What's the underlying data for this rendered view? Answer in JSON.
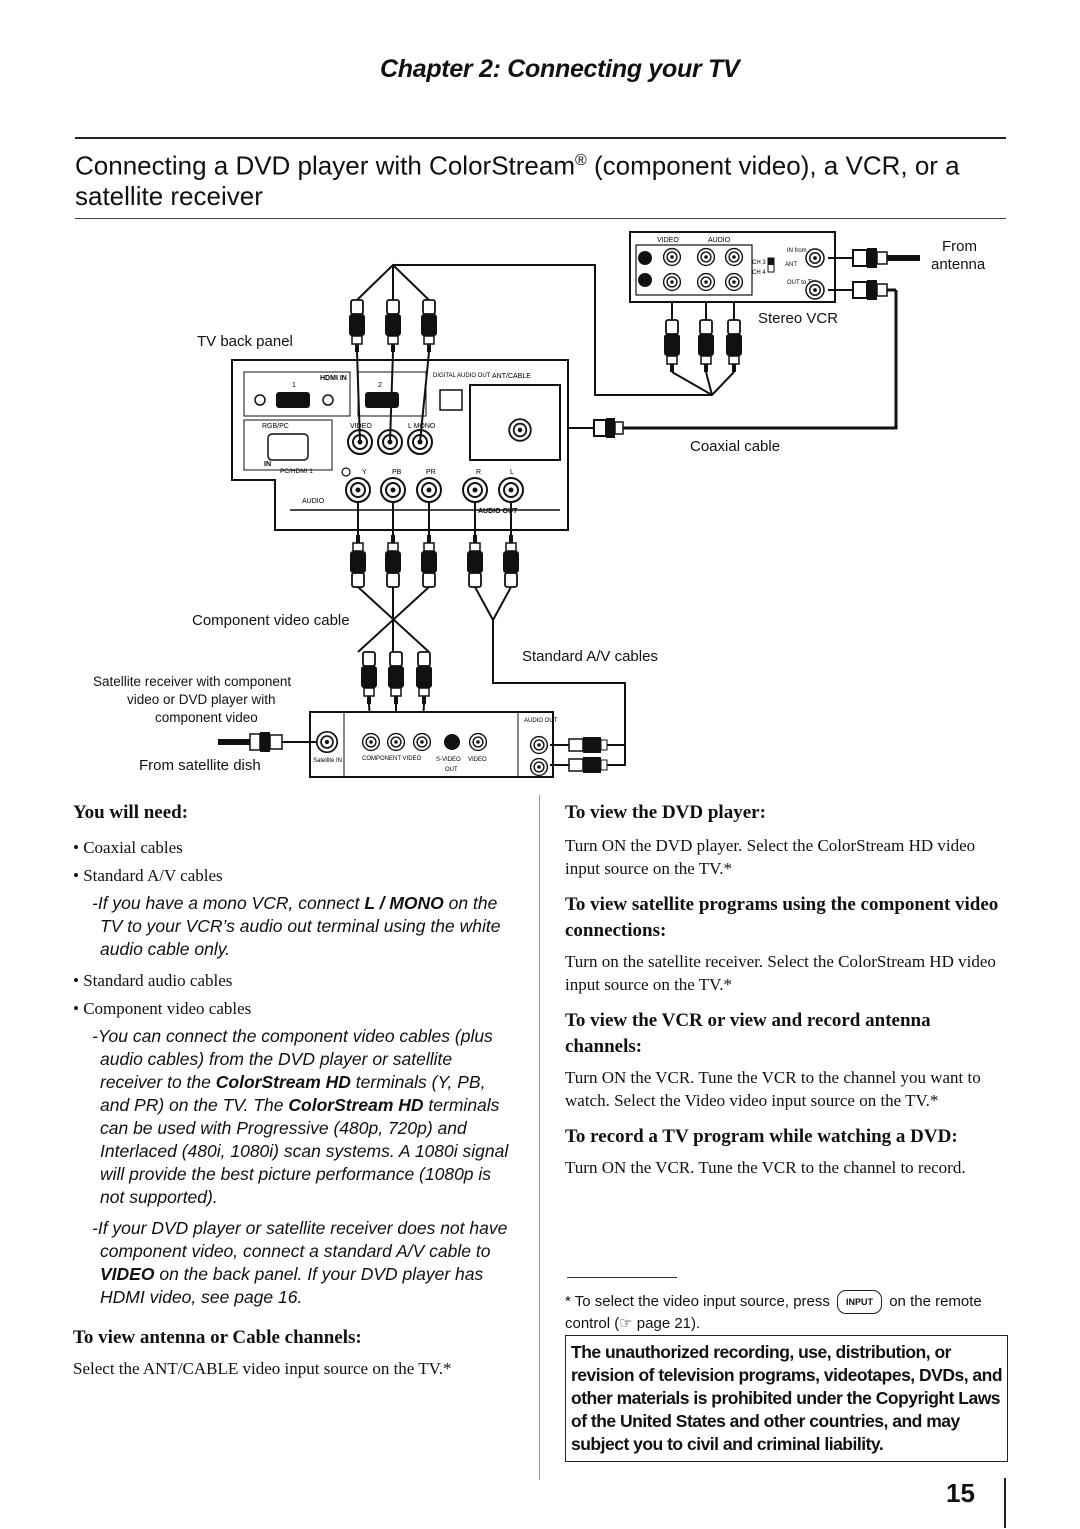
{
  "header": {
    "chapter": "Chapter 2: Connecting your TV",
    "section_title_part1": "Connecting a DVD player with ColorStream",
    "section_title_reg": "®",
    "section_title_part2": " (component video), a VCR, or a satellite receiver"
  },
  "diagram": {
    "from_antenna_1": "From",
    "from_antenna_2": "antenna",
    "stereo_vcr": "Stereo VCR",
    "tv_back_panel": "TV back panel",
    "coaxial_cable": "Coaxial cable",
    "component_video_cable": "Component video cable",
    "standard_av_cables": "Standard A/V cables",
    "satellite_receiver_1": "Satellite receiver with component",
    "satellite_receiver_2": "video or DVD player with",
    "satellite_receiver_3": "component video",
    "from_satellite_dish": "From satellite dish",
    "tv_labels": {
      "hdmi_in": "HDMI IN",
      "hdmi_1": "1",
      "hdmi_2": "2",
      "digital_audio_out": "DIGITAL AUDIO OUT",
      "ant_cable": "ANT/CABLE",
      "rgb_pc": "RGB/PC",
      "video": "VIDEO",
      "l_mono": "L MONO",
      "in": "IN",
      "pc_hdmi1": "PC/HDMI 1",
      "audio": "AUDIO",
      "y": "Y",
      "pb": "PB",
      "pr": "PR",
      "r": "R",
      "l": "L",
      "audio_out": "AUDIO OUT"
    },
    "vcr_labels": {
      "video": "VIDEO",
      "audio": "AUDIO",
      "in": "IN",
      "out": "OUT",
      "ch3": "CH 3",
      "ch4": "CH 4",
      "ant": "ANT",
      "in_from": "IN from",
      "out_to_tv": "OUT to TV"
    },
    "sat_labels": {
      "satellite_in": "Satellite IN",
      "component_video": "COMPONENT VIDEO",
      "s_video": "S-VIDEO",
      "video": "VIDEO",
      "out": "OUT",
      "audio_out": "AUDIO OUT"
    }
  },
  "left": {
    "you_will_need": "You will need:",
    "items": {
      "coaxial": "• Coaxial cables",
      "standard_av": "• Standard A/V cables",
      "note1_a": "-If you have a mono VCR, connect ",
      "note1_b": "L / MONO",
      "note1_c": " on the TV to your VCR’s audio out terminal using the white audio cable only.",
      "standard_audio": "• Standard audio cables",
      "component": "• Component video cables",
      "note2_a": "-You can connect the component video cables (plus audio cables) from the DVD player or satellite receiver to the ",
      "note2_b": "ColorStream HD",
      "note2_c": " terminals (Y, PB, and PR) on the TV. The ",
      "note2_d": "ColorStream HD",
      "note2_e": " terminals can be used with Progressive (480p, 720p) and Interlaced (480i, 1080i) scan systems. A 1080i signal will provide the best picture performance (1080p is not supported).",
      "note3_a": "-If your DVD player or satellite receiver does not have component video, connect a standard A/V cable to ",
      "note3_b": "VIDEO",
      "note3_c": " on the back panel. If your DVD player has HDMI video, see page 16."
    },
    "antenna_heading": "To view antenna or Cable channels:",
    "antenna_text": "Select the ANT/CABLE video input source on the TV.*"
  },
  "right": {
    "dvd_heading": "To view the DVD player:",
    "dvd_text": "Turn ON the DVD player. Select the ColorStream HD video input source on the TV.*",
    "sat_heading": "To view satellite programs using the component video connections:",
    "sat_text": "Turn on the satellite receiver. Select the ColorStream HD video input source on the TV.*",
    "vcr_heading": "To view the VCR or view and record antenna channels:",
    "vcr_text": "Turn ON the VCR. Tune the VCR to the channel you want to watch. Select the Video video input source on the TV.*",
    "record_heading": "To record a TV program while watching a DVD:",
    "record_text": "Turn ON the VCR. Tune the VCR to the channel to record.",
    "footnote_a": "* To select the video input source, press",
    "footnote_key": "INPUT",
    "footnote_b": "on the remote control (☞ page 21).",
    "warning": "The unauthorized recording, use, distribution, or revision of television programs, videotapes, DVDs, and other materials is prohibited under the Copyright Laws of the United States and other countries, and may subject you to civil and criminal liability."
  },
  "page_number": "15"
}
